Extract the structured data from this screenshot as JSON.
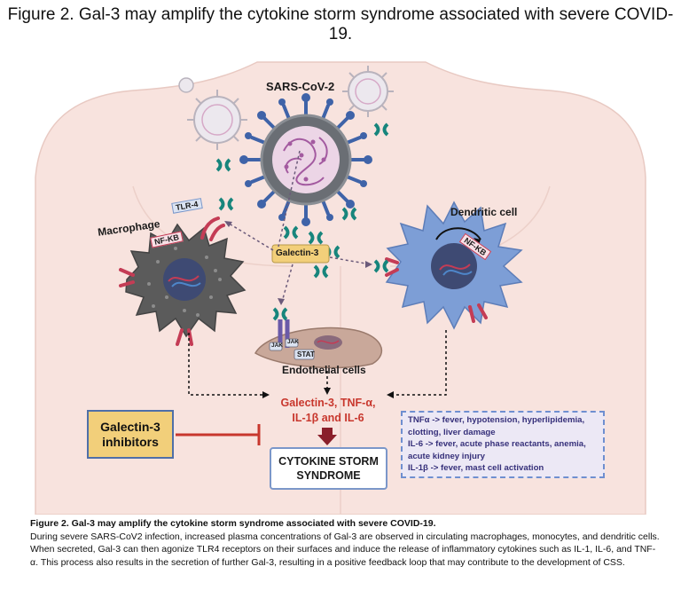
{
  "figure_title": "Figure 2. Gal-3 may amplify the cytokine storm syndrome associated with severe COVID-19.",
  "labels": {
    "virus": "SARS-CoV-2",
    "macrophage": "Macrophage",
    "tlr4": "TLR-4",
    "nfkb_left": "NF-KB",
    "nfkb_right": "NF-KB",
    "dendritic": "Dendritic cell",
    "galectin3": "Galectin-3",
    "jak1": "JAK",
    "jak2": "JAK",
    "stat": "STAT",
    "endothelial": "Endothelial cells"
  },
  "central_output": {
    "line1": "Galectin-3, TNF-α,",
    "line2": "IL-1β and IL-6"
  },
  "inhibitors": {
    "line1": "Galectin-3",
    "line2": "inhibitors"
  },
  "css_box": {
    "line1": "CYTOKINE STORM",
    "line2": "SYNDROME"
  },
  "effects": [
    "TNFα -> fever, hypotension, hyperlipidemia,",
    "clotting, liver damage",
    "IL-6 -> fever, acute phase reactants, anemia,",
    "acute kidney injury",
    "IL-1β -> fever, mast cell activation"
  ],
  "caption": {
    "heading": "Figure 2. Gal-3 may amplify the cytokine storm syndrome associated with severe COVID-19.",
    "body": "During severe SARS-CoV2 infection, increased plasma concentrations of Gal-3 are observed in circulating macrophages, monocytes, and dendritic cells. When secreted, Gal-3 can then agonize TLR4 receptors on their surfaces and induce the release of inflammatory cytokines such as IL-1, IL-6, and TNF-α. This process also results in the secretion of further Gal-3, resulting in a positive feedback loop that may contribute to the development of CSS."
  },
  "colors": {
    "body_skin": "#f8e3de",
    "virus_shell": "#6a6e74",
    "spike_blue": "#3f63a8",
    "galectin_teal": "#17857c",
    "box_yellow": "#f2cf7a",
    "macrophage_grey": "#5b5b5b",
    "dendritic_blue": "#7d9ed6",
    "receptor_red": "#c43c55",
    "output_red": "#c8372d"
  }
}
